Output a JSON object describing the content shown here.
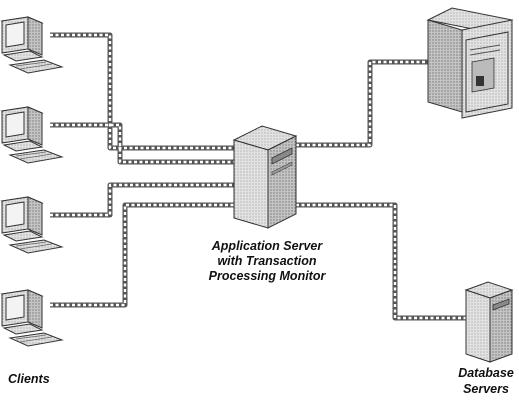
{
  "labels": {
    "clients": "Clients",
    "app_server_line1": "Application Server",
    "app_server_line2": "with Transaction",
    "app_server_line3": "Processing Monitor",
    "db_servers_line1": "Database",
    "db_servers_line2": "Servers"
  },
  "colors": {
    "line_outer": "#555555",
    "line_inner": "#ffffff",
    "device_fill": "#d9d9d9",
    "device_dark": "#9a9a9a",
    "device_outline": "#333333",
    "text": "#111111"
  },
  "icons": [
    "client-computer-icon",
    "application-server-icon",
    "database-server-icon"
  ]
}
